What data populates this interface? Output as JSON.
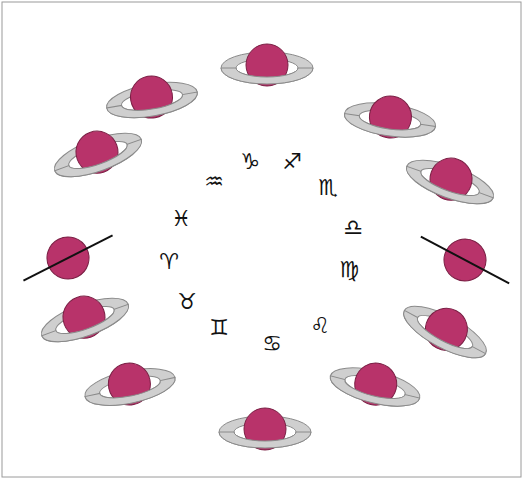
{
  "diagram": {
    "labels": [
      "♑",
      "♐",
      "♒",
      "♏",
      "♓",
      "♎",
      "♈",
      "♍",
      "♉",
      "♊",
      "♋",
      "♌"
    ]
  }
}
